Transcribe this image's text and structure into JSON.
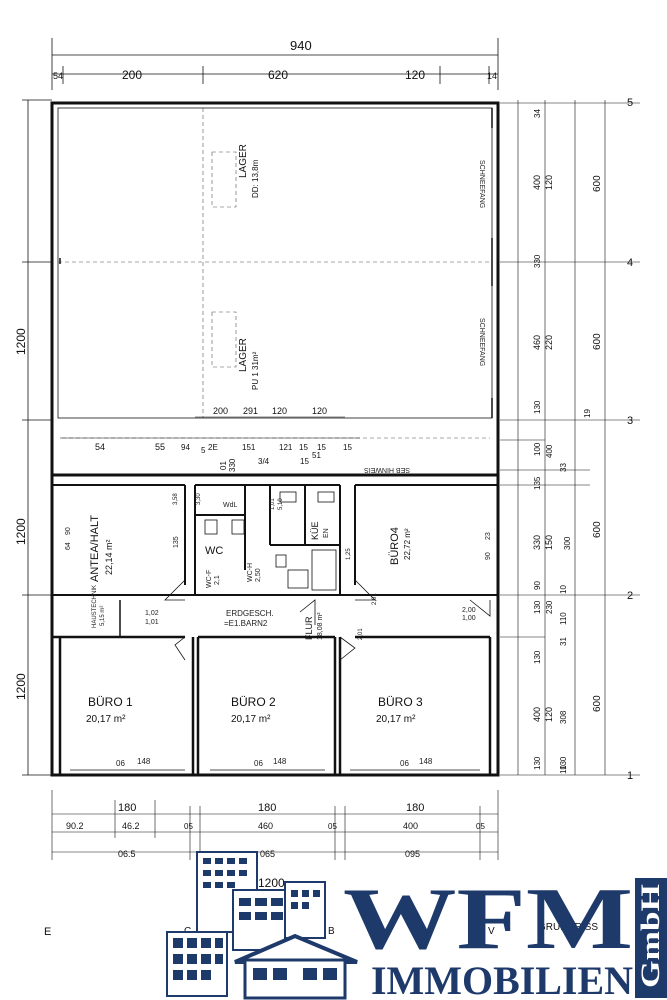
{
  "dimensions": {
    "top_total": "940",
    "top_segments": [
      "54",
      "200",
      "620",
      "120",
      "14"
    ],
    "left": [
      "1200",
      "1200",
      "1200"
    ],
    "right_col1": [
      "34",
      "400",
      "120",
      "330",
      "460",
      "220",
      "130",
      "100",
      "400",
      "135",
      "330",
      "150",
      "90",
      "130",
      "230",
      "130",
      "31",
      "110",
      "130",
      "400",
      "120",
      "130",
      "10"
    ],
    "right_col2": [
      "600",
      "600",
      "600",
      "600",
      "19",
      "33",
      "300",
      "10",
      "308"
    ],
    "axis_labels": [
      "5",
      "4",
      "3",
      "2",
      "1"
    ],
    "inner_row1": [
      "200",
      "291",
      "120",
      "120"
    ],
    "inner_row2": [
      "54",
      "55",
      "94",
      "5",
      "2E",
      "151",
      "121",
      "15",
      "15",
      "15"
    ],
    "inner_row3": [
      "01",
      "330",
      "3/4",
      "15",
      "51"
    ],
    "bottom_row1": [
      "180",
      "180",
      "180"
    ],
    "bottom_row2": [
      "90.2",
      "46.2",
      "05",
      "460",
      "05",
      "400",
      "05"
    ],
    "bottom_row3": [
      "06.5",
      "065",
      "095"
    ],
    "bottom_misc": [
      "1200",
      "E",
      "C",
      "B",
      "V",
      "GRUNDRISS"
    ]
  },
  "rooms": {
    "lager_top": {
      "name": "LAGER",
      "area": "DD: 13,8m"
    },
    "lager_mid": {
      "name": "LAGER",
      "area": "PU 1 31m²"
    },
    "skylight_top": "SCHNEEFANG",
    "skylight_bottom": "SCHNEEFANG",
    "corridor_label": "SEB HINWEIS",
    "anteahalt": {
      "name": "ANTEA/HALT",
      "area": "22,14 m²"
    },
    "wc": {
      "name": "WC"
    },
    "wc_small1": {
      "name": "WC-F",
      "area": "2,1"
    },
    "wc_small2": {
      "name": "WC-H",
      "area": "2,50"
    },
    "kue": {
      "name": "KÜE",
      "area": "EN"
    },
    "buero4": {
      "name": "BÜRO4",
      "area": "22,72 m²"
    },
    "haustechnik": {
      "name": "HAUSTECHNIK",
      "area": "5,15 m²"
    },
    "flur": {
      "name": "FLUR",
      "area": "18,08 m²"
    },
    "erdgeschoss": {
      "name": "ERDGESCH.",
      "area": "=E1.BARN2"
    },
    "buero1": {
      "name": "BÜRO 1",
      "area": "20,17 m²"
    },
    "buero2": {
      "name": "BÜRO 2",
      "area": "20,17 m²"
    },
    "buero3": {
      "name": "BÜRO 3",
      "area": "20,17 m²"
    },
    "window_labels": [
      "06",
      "148",
      "06",
      "148",
      "06",
      "148"
    ],
    "misc": [
      "3,58",
      "3,30",
      "WdL",
      "1,01",
      "5,10",
      "1,25",
      "90",
      "23",
      "64",
      "90",
      "135",
      "1,02",
      "1,01",
      "2,01",
      "2,00",
      "1,00",
      "2,01"
    ]
  },
  "logo": {
    "line1": "WFM",
    "line2": "IMMOBILIEN",
    "side": "GmbH"
  },
  "colors": {
    "logo_blue": "#1e3a6b",
    "line": "#111111"
  }
}
